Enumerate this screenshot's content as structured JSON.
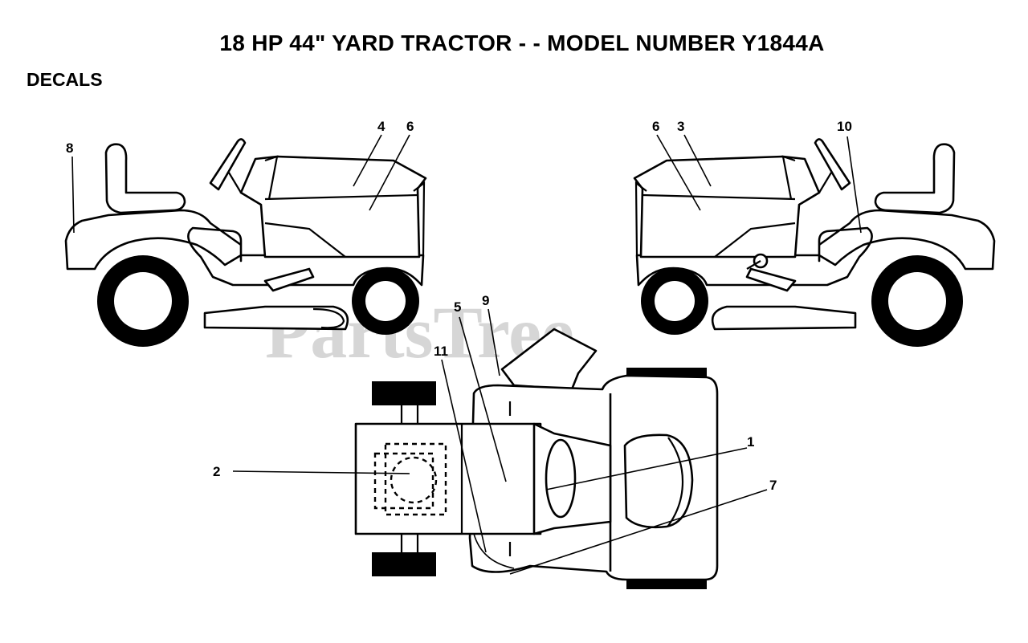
{
  "header": {
    "title": "18 HP 44\" YARD TRACTOR - - MODEL NUMBER Y1844A",
    "section": "DECALS"
  },
  "watermark": "PartsTree",
  "callouts": {
    "c1": "1",
    "c2": "2",
    "c3": "3",
    "c4": "4",
    "c5": "5",
    "c6_left": "6",
    "c6_right": "6",
    "c7": "7",
    "c8": "8",
    "c9": "9",
    "c10": "10",
    "c11": "11"
  },
  "views": [
    "left-side-view",
    "right-side-view",
    "top-view"
  ]
}
